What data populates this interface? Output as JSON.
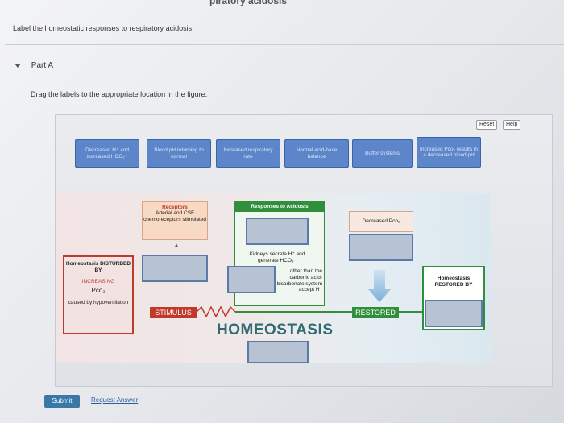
{
  "header": {
    "top_title": "piratory acidosis"
  },
  "instruction": "Label the homeostatic responses to respiratory acidosis.",
  "part": {
    "label": "Part A"
  },
  "task": "Drag the labels to the appropriate location in the figure.",
  "controls": {
    "reset": "Reset",
    "help": "Help"
  },
  "labels": [
    "Decreased H⁺ and increased HCO₃⁻",
    "Blood pH returning to normal",
    "Increased respiratory rate",
    "Normal acid-base balance",
    "Buffer systems",
    "Increased Pco₂ results in a decreased blood pH"
  ],
  "figure": {
    "receptors_title": "Receptors",
    "receptors_text": "Arterial and CSF chemoreceptors stimulated",
    "responses_title": "Responses to Acidosis",
    "decreased_pco2": "Decreased Pco₂",
    "kidneys_text": "Kidneys secrete H⁺ and generate HCO₃⁻",
    "other_than": "other than the carbonic acid-bicarbonate system accept H⁺",
    "disturbed_title": "Homeostasis DISTURBED BY",
    "increasing": "INCREASING",
    "pco2": "Pco₂",
    "caused_by": "caused by hypoventilation",
    "stimulus": "STIMULUS",
    "restored": "RESTORED",
    "homeostasis": "HOMEOSTASIS",
    "restored_by": "Homeostasis RESTORED BY"
  },
  "footer": {
    "submit": "Submit",
    "request_answer": "Request Answer"
  }
}
